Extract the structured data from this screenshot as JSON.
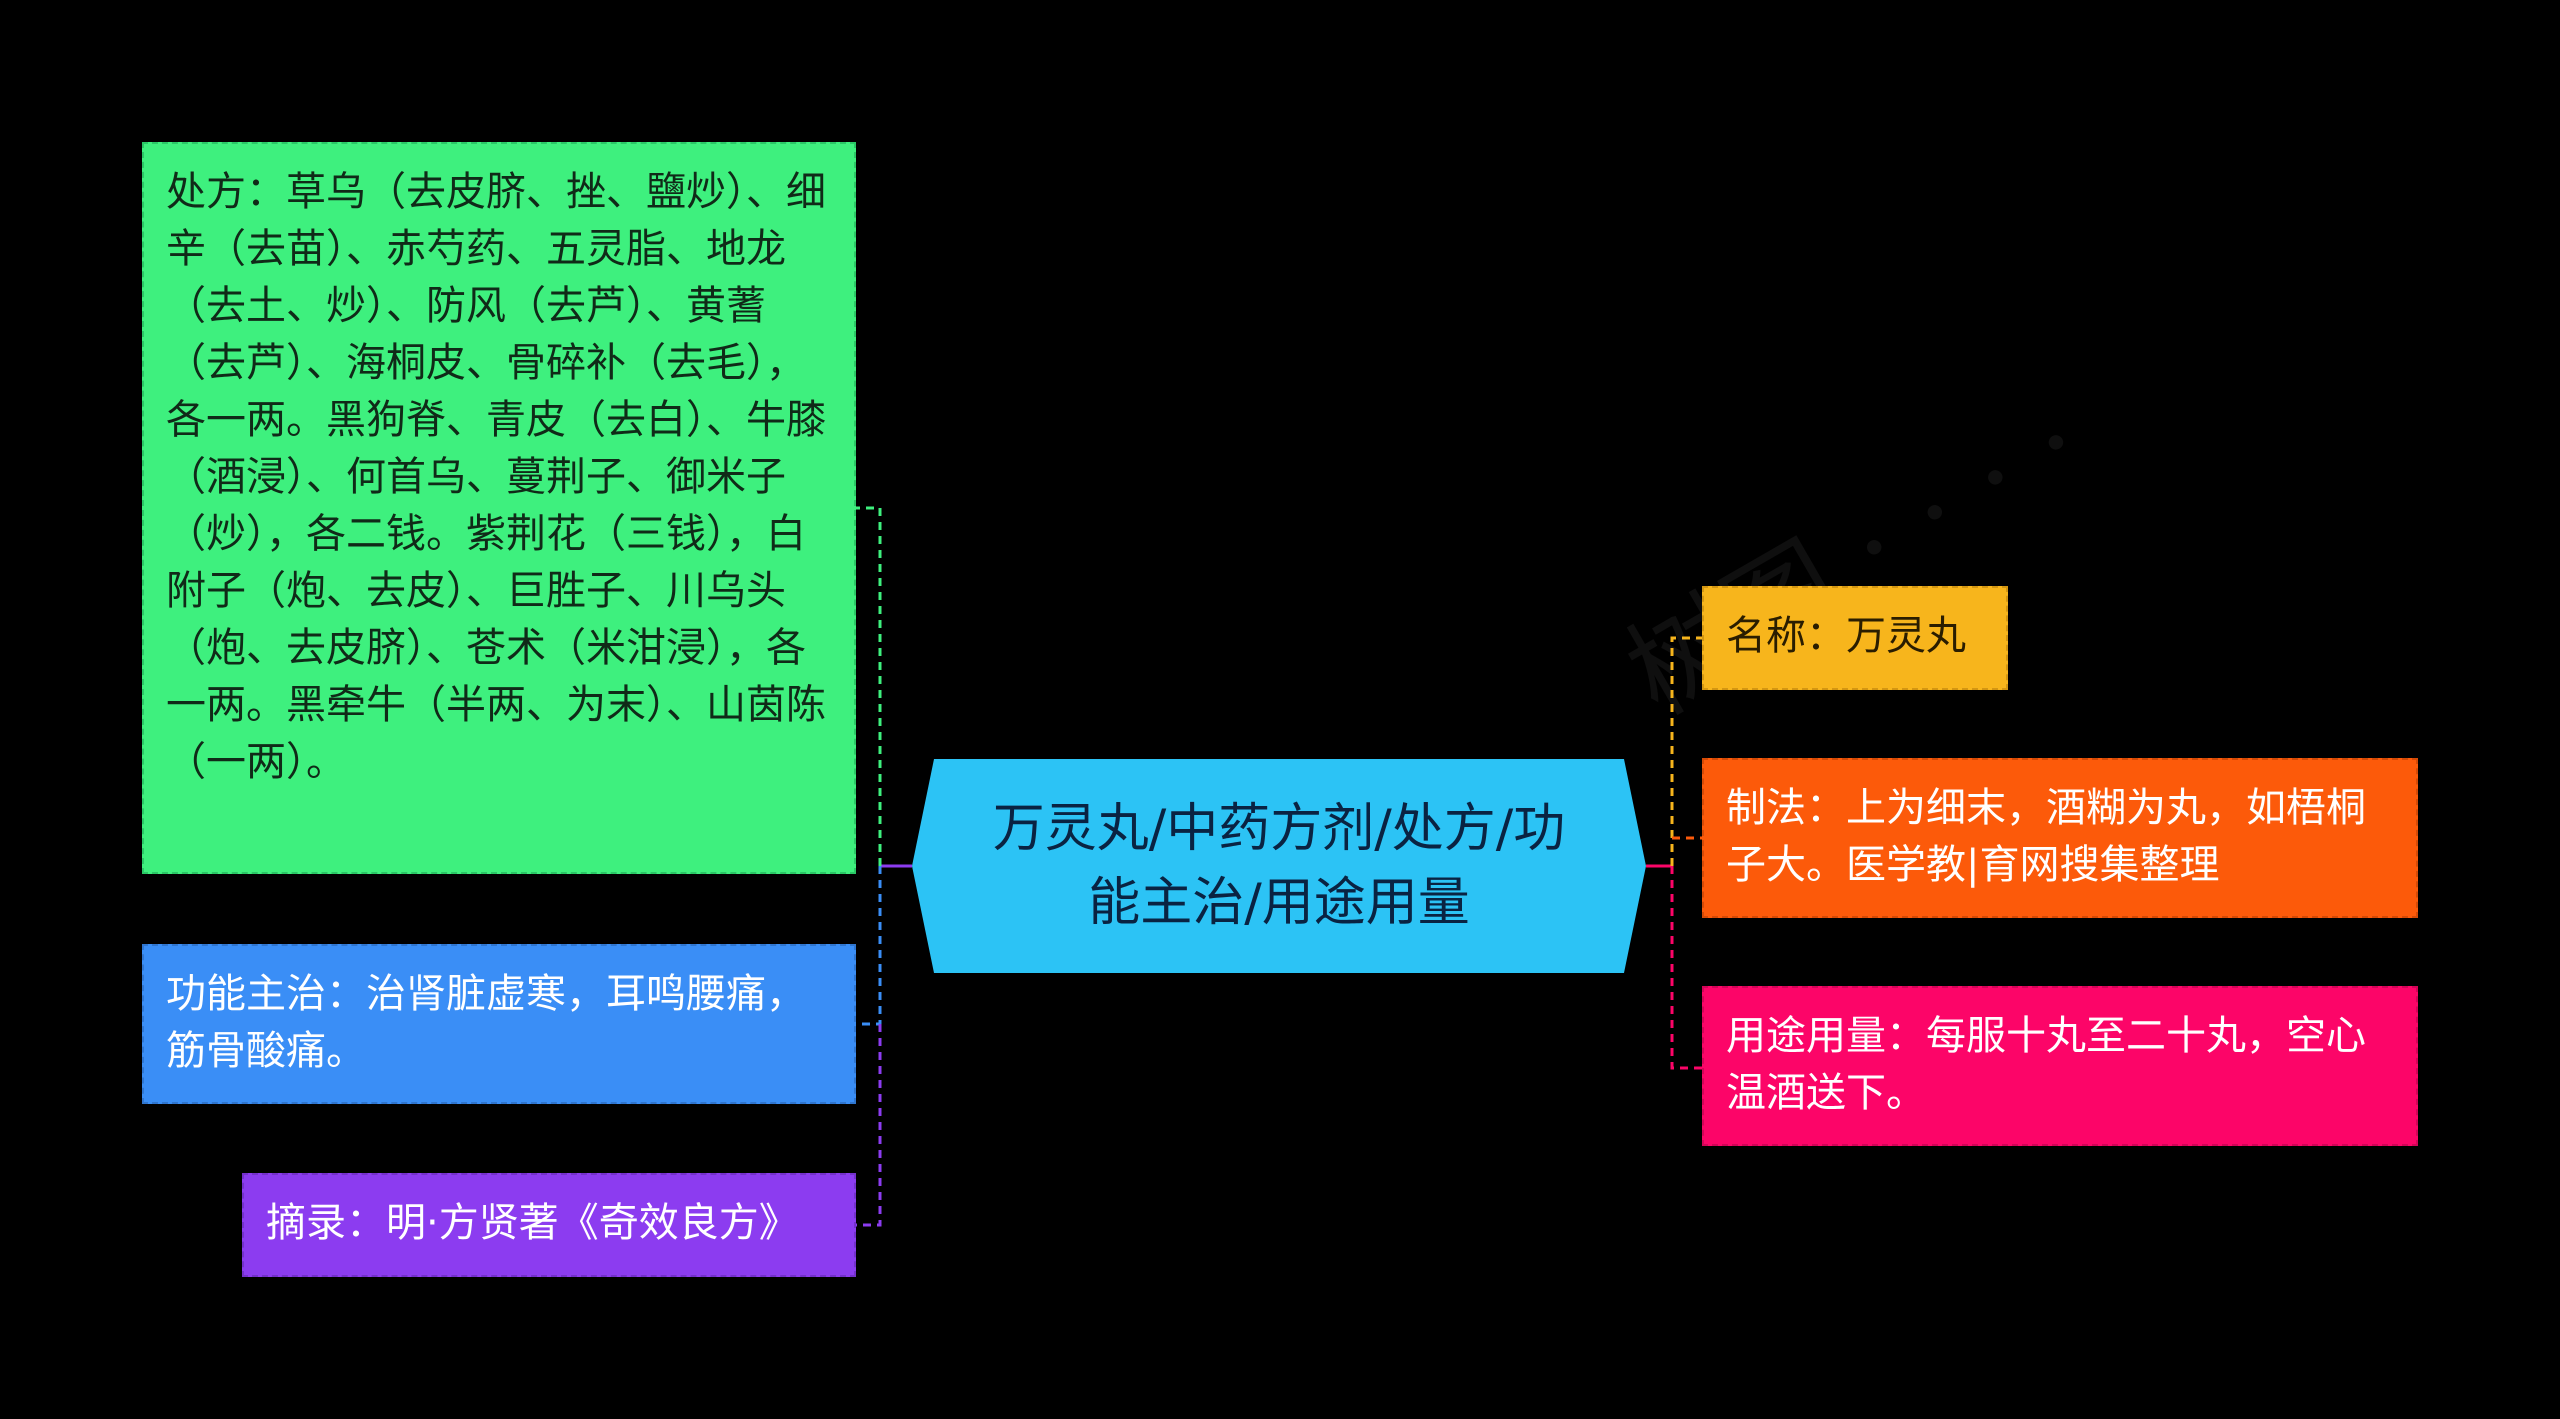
{
  "central": {
    "text": "万灵丸/中药方剂/处方/功能主治/用途用量",
    "color": "#2cc3f5"
  },
  "nodes": {
    "prescription": {
      "text": "处方：草乌（去皮脐、挫、鹽炒）、细辛（去苗）、赤芍药、五灵脂、地龙（去土、炒）、防风（去芦）、黄蓍（去芦）、海桐皮、骨碎补（去毛），各一两。黑狗脊、青皮（去白）、牛膝（酒浸）、何首乌、蔓荆子、御米子（炒），各二钱。紫荆花（三钱），白附子（炮、去皮）、巨胜子、川乌头（炮、去皮脐）、苍术（米泔浸），各一两。黑牵牛（半两、为末）、山茵陈（一两）。",
      "color": "#3ef07e"
    },
    "function": {
      "text": "功能主治：治肾脏虚寒，耳鸣腰痛，筋骨酸痛。",
      "color": "#3a8ef6"
    },
    "excerpt": {
      "text": "摘录：明·方贤著《奇效良方》",
      "color": "#8c3cf0"
    },
    "name": {
      "text": "名称：万灵丸",
      "color": "#f7b51c"
    },
    "method": {
      "text": "制法：上为细末，酒糊为丸，如梧桐子大。医学教|育网搜集整理",
      "color": "#fc5a0a"
    },
    "usage": {
      "text": "用途用量：每服十丸至二十丸，空心温酒送下。",
      "color": "#fc0568"
    }
  }
}
